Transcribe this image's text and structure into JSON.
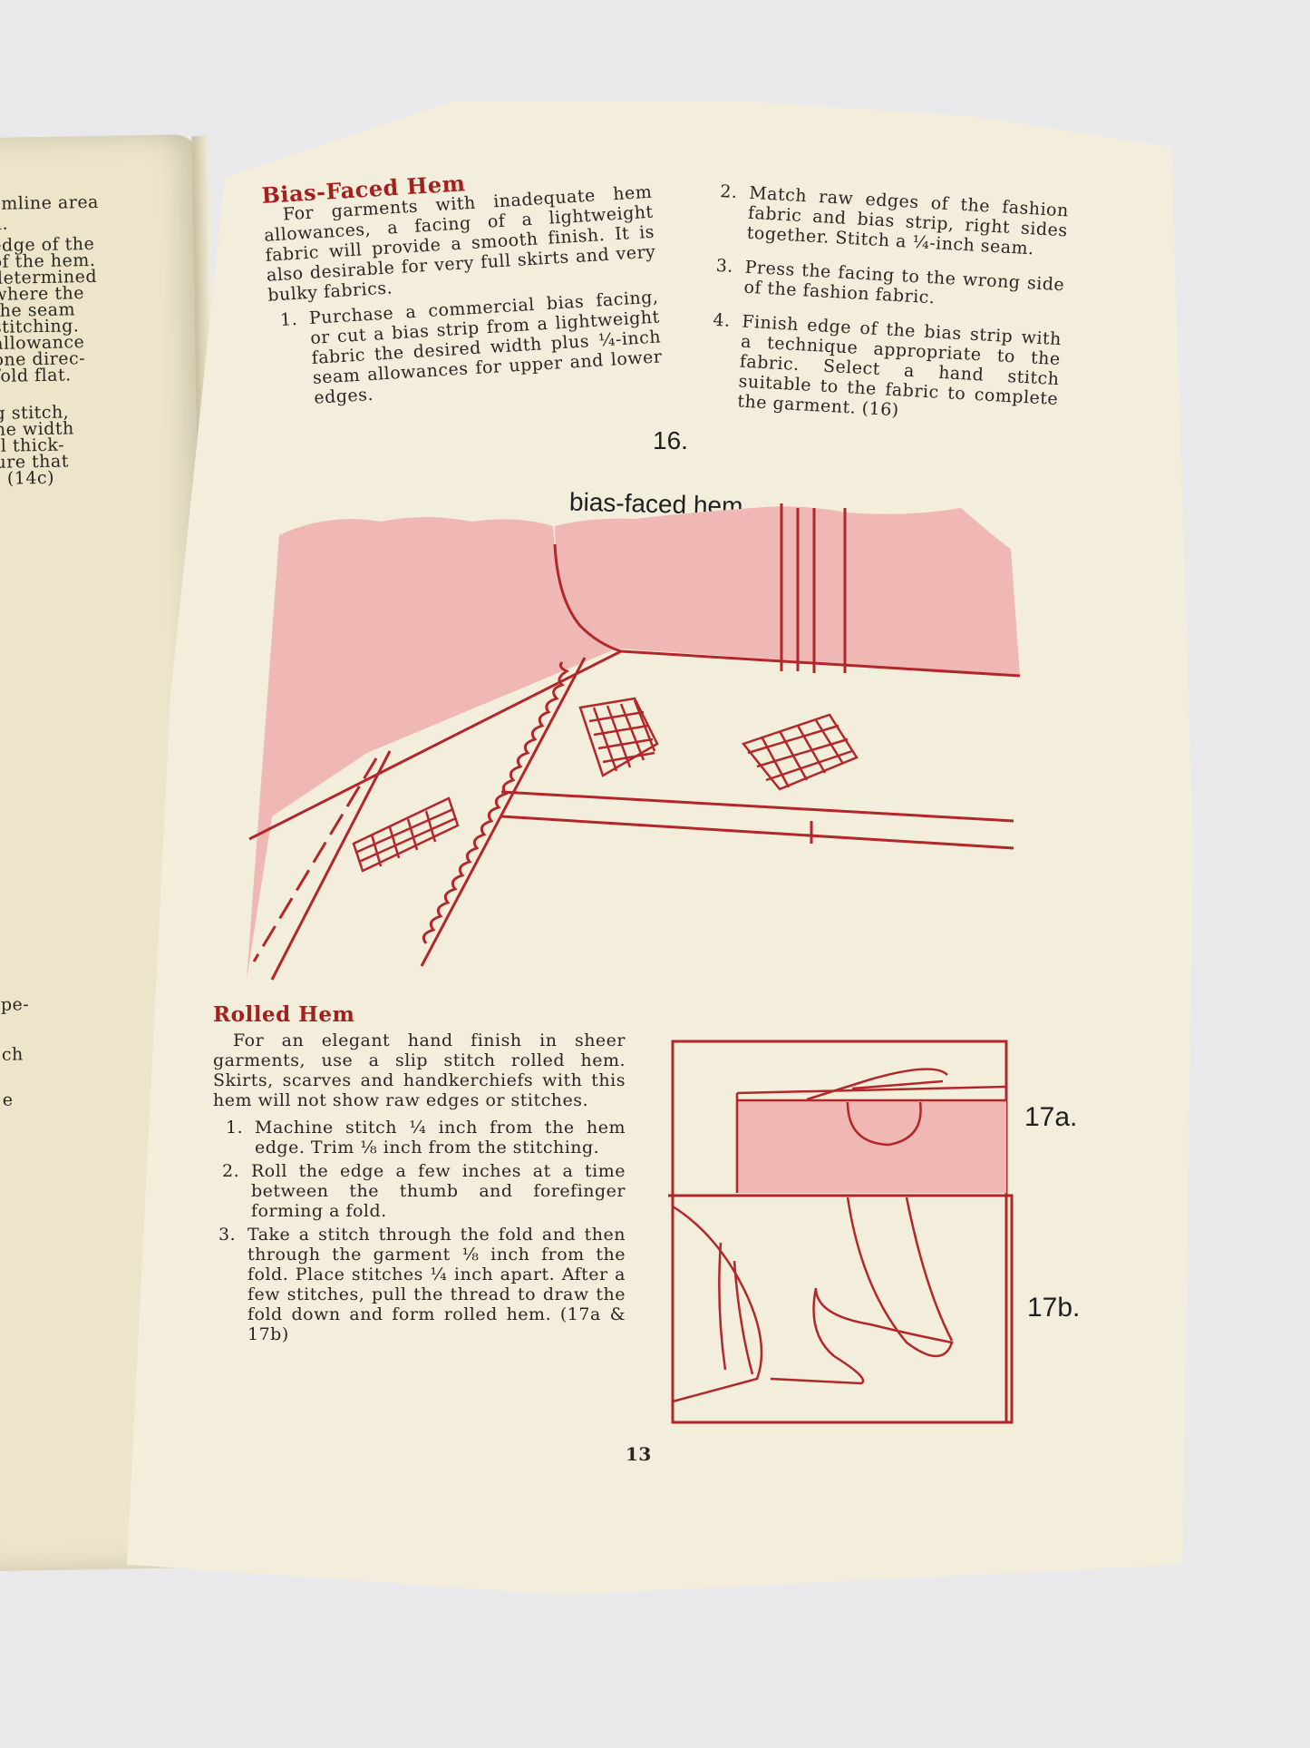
{
  "left_page": {
    "lines_top": [
      "emline area",
      "d."
    ],
    "lines_mid": [
      "edge of the",
      "of the hem.",
      "determined",
      " where the",
      " the seam",
      " stitching.",
      " allowance",
      "one direc-",
      " fold flat."
    ],
    "lines_low": [
      "g stitch,",
      "he width",
      "ll thick-",
      "ure that",
      ".  (14c)"
    ],
    "lines_bottom": [
      "pe-",
      "ch",
      "e"
    ]
  },
  "bias_faced": {
    "heading": "Bias-Faced Hem",
    "intro": "For garments with inadequate hem allowances, a facing of a lightweight fabric will provide a smooth finish. It is also desirable for very full skirts and very bulky fabrics.",
    "steps": [
      {
        "n": "1.",
        "text": "Purchase a commercial bias facing, or cut a bias strip from a lightweight fabric the desired width plus ¼-inch seam allowances for upper and lower edges."
      },
      {
        "n": "2.",
        "text": "Match raw edges of the fashion fabric and bias strip, right sides together. Stitch a ¼-inch seam."
      },
      {
        "n": "3.",
        "text": "Press the facing to the wrong side of the fashion fabric."
      },
      {
        "n": "4.",
        "text": "Finish edge of the bias strip with a technique appropriate to the fabric. Select a hand stitch suitable to the fabric to complete the garment. (16)"
      }
    ],
    "figure_number": "16.",
    "figure_caption": "bias-faced hem"
  },
  "rolled": {
    "heading": "Rolled Hem",
    "intro": "For an elegant hand finish in sheer garments, use a slip stitch rolled hem. Skirts, scarves and handkerchiefs with this hem will not show raw edges or stitches.",
    "steps": [
      {
        "n": "1.",
        "text": "Machine stitch ¼ inch from the hem edge. Trim ⅛ inch from the stitching."
      },
      {
        "n": "2.",
        "text": "Roll the edge a few inches at a time between the thumb and forefinger forming a fold."
      },
      {
        "n": "3.",
        "text": "Take a stitch through the fold and then through the garment ⅛ inch from the fold. Place stitches ¼ inch apart. After a few stitches, pull the thread to draw the fold down and form rolled hem. (17a & 17b)"
      }
    ],
    "figure_a": "17a.",
    "figure_b": "17b."
  },
  "page_number": "13",
  "colors": {
    "ink_red": "#b3272a",
    "pink_fill": "#f0b8b4",
    "paper": "#f2eedb",
    "heading_red": "#a3201e"
  }
}
